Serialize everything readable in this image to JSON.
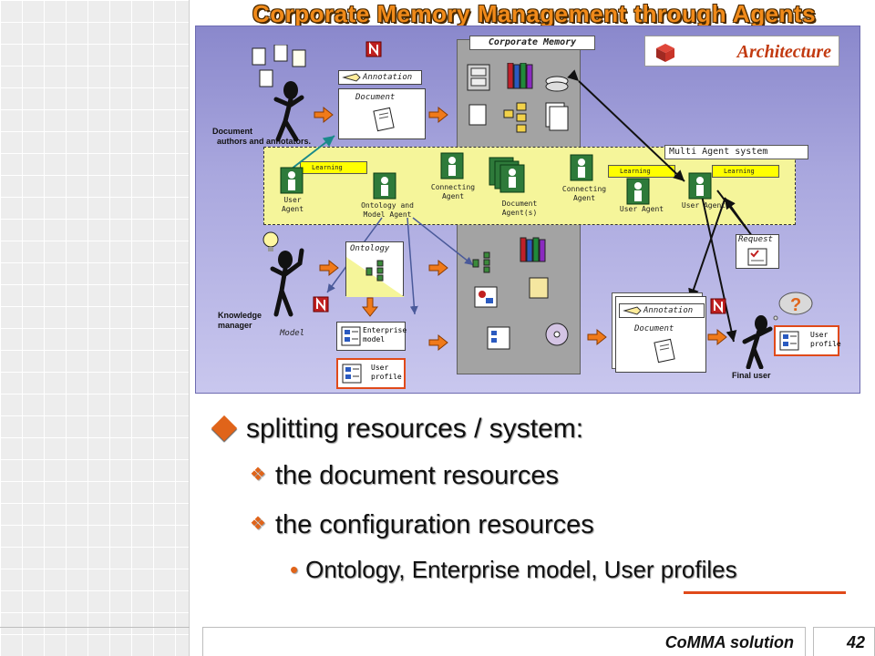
{
  "title": "Corporate Memory Management through Agents",
  "diagram": {
    "architecture_label": "Architecture",
    "corporate_memory_label": "Corporate Memory",
    "multi_agent_label": "Multi Agent system",
    "annotation_label": "Annotation",
    "document_label": "Document",
    "doc_authors_label": "Document\n  authors and annotators.",
    "learning_label": "Learning",
    "user_agent_left_label": "User\nAgent",
    "ontology_agent_label": "Ontology and\nModel Agent",
    "connecting_agent_left_label": "Connecting\nAgent",
    "document_agents_label": "Document\nAgent(s)",
    "connecting_agent_right_label": "Connecting\nAgent",
    "user_agent_mid_label": "User Agent",
    "user_agent_right_label": "User Agent",
    "ontology_label": "Ontology",
    "knowledge_manager_label": "Knowledge\nmanager",
    "model_label": "Model",
    "enterprise_model_label": "Enterprise\nmodel",
    "user_profile_label": "User\nprofile",
    "request_label": "Request",
    "annotation_bottom_label": "Annotation",
    "document_bottom_label": "Document",
    "final_user_label": "Final user",
    "user_profile_right_label": "User\nprofile"
  },
  "bullets": {
    "main": "splitting resources / system:",
    "sub1": "the document resources",
    "sub2": "the configuration resources",
    "detail": "Ontology, Enterprise model, User profiles"
  },
  "footer": {
    "section": "CoMMA solution",
    "page": "42"
  },
  "colors": {
    "accent": "#e0641a",
    "title": "#f08a1a",
    "mas_band": "#f5f59a",
    "learning": "#ffff00",
    "diagram_bg": "#a9a7de",
    "arrow_orange": "#f07a1a"
  },
  "icons": [
    "person-icon",
    "document-icon",
    "agent-icon",
    "book-icon",
    "folder-icon",
    "database-icon",
    "question-cloud-icon",
    "lightbulb-icon",
    "cd-icon",
    "arrow-right-icon"
  ]
}
